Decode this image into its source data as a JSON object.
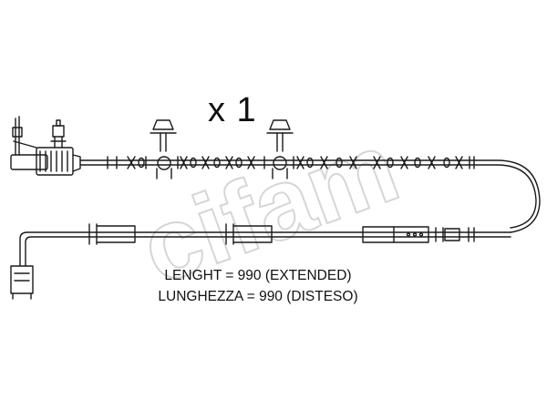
{
  "quantity_label": "x 1",
  "length_label": "LENGHT = 990 (EXTENDED)",
  "length_label_it": "LUNGHEZZA = 990 (DISTESO)",
  "watermark_text": "cifam",
  "colors": {
    "line": "#1a1a1a",
    "watermark": "#d8d8d8"
  }
}
